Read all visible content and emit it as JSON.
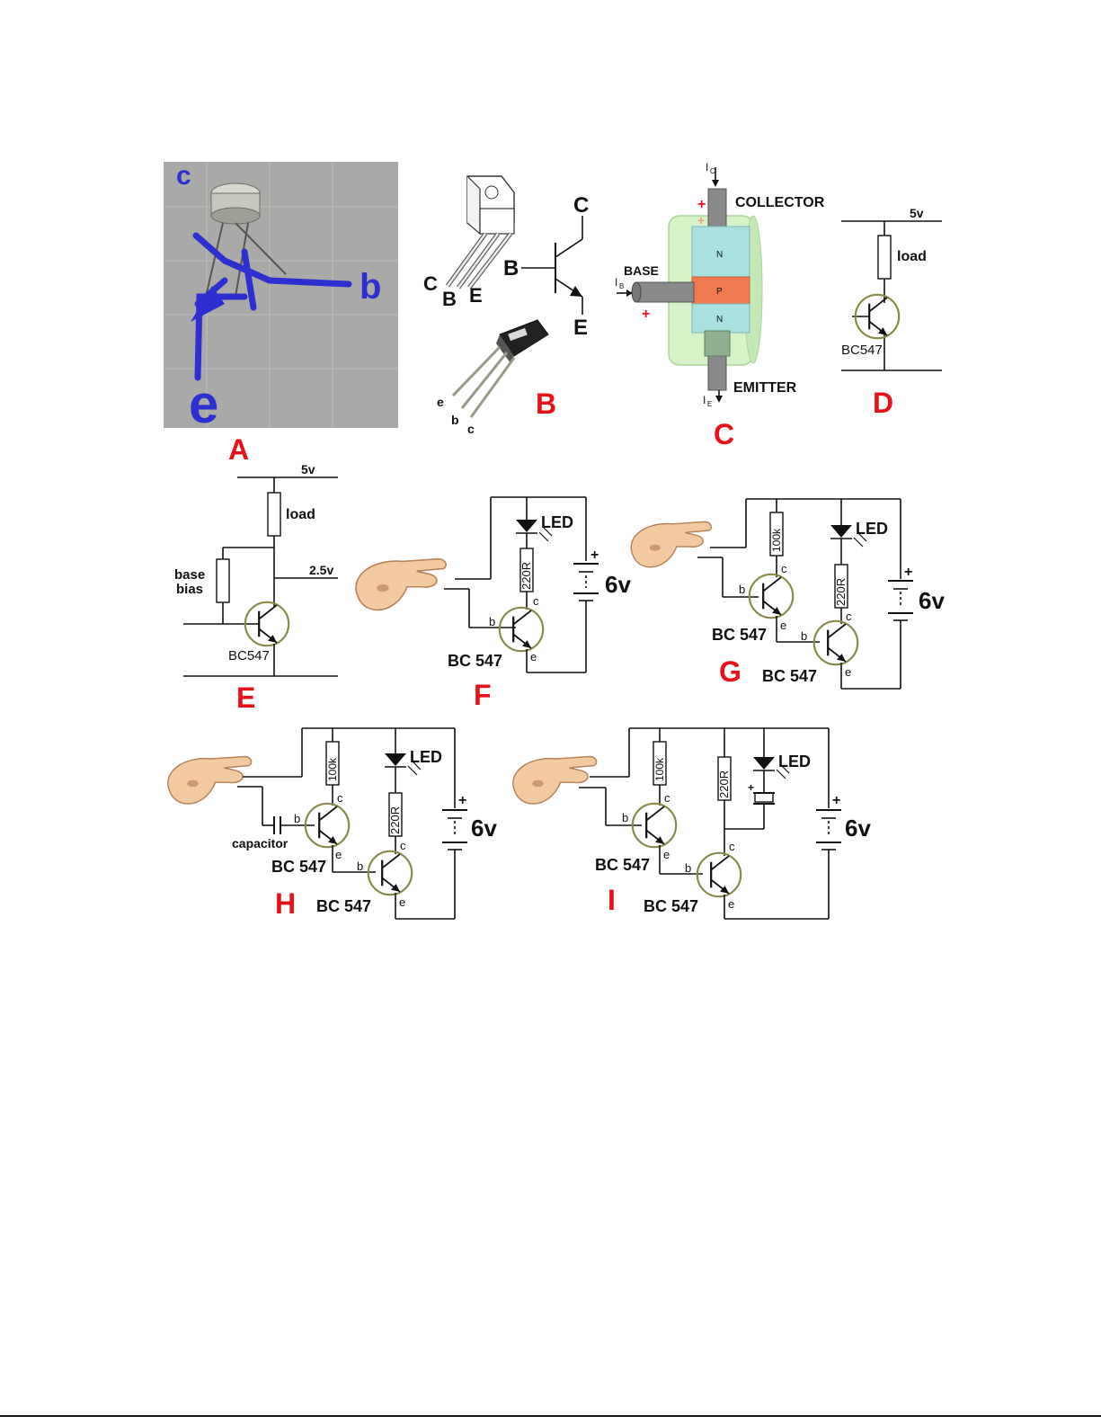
{
  "panels": {
    "A": {
      "letter": "A",
      "c": "c",
      "b": "b",
      "e": "e"
    },
    "B": {
      "letter": "B",
      "C": "C",
      "B": "B",
      "E": "E",
      "e": "e",
      "b": "b",
      "c": "c"
    },
    "C": {
      "letter": "C",
      "ic": "I",
      "ic_sub": "C",
      "ib": "I",
      "ib_sub": "B",
      "ie": "I",
      "ie_sub": "E",
      "collector": "COLLECTOR",
      "base": "BASE",
      "emitter": "EMITTER",
      "n_top": "N",
      "p": "P",
      "n_bottom": "N",
      "plus": "+"
    },
    "D": {
      "letter": "D",
      "supply": "5v",
      "load": "load",
      "part": "BC547"
    },
    "E": {
      "letter": "E",
      "supply": "5v",
      "load": "load",
      "mid": "2.5v",
      "bias1": "base",
      "bias2": "bias",
      "part": "BC547"
    },
    "F": {
      "letter": "F",
      "led": "LED",
      "res": "220R",
      "batt": "6v",
      "plus": "+",
      "b": "b",
      "c": "c",
      "e": "e",
      "part": "BC 547"
    },
    "G": {
      "letter": "G",
      "led": "LED",
      "r1": "100k",
      "r2": "220R",
      "batt": "6v",
      "plus": "+",
      "b": "b",
      "c": "c",
      "e": "e",
      "part1": "BC 547",
      "part2": "BC 547"
    },
    "H": {
      "letter": "H",
      "led": "LED",
      "r1": "100k",
      "r2": "220R",
      "batt": "6v",
      "plus": "+",
      "cap": "capacitor",
      "b": "b",
      "c": "c",
      "e": "e",
      "part1": "BC 547",
      "part2": "BC 547"
    },
    "I": {
      "letter": "I",
      "led": "LED",
      "r1": "100k",
      "r2": "220R",
      "batt": "6v",
      "plus": "+",
      "b": "b",
      "c": "c",
      "e": "e",
      "part1": "BC 547",
      "part2": "BC 547"
    }
  }
}
